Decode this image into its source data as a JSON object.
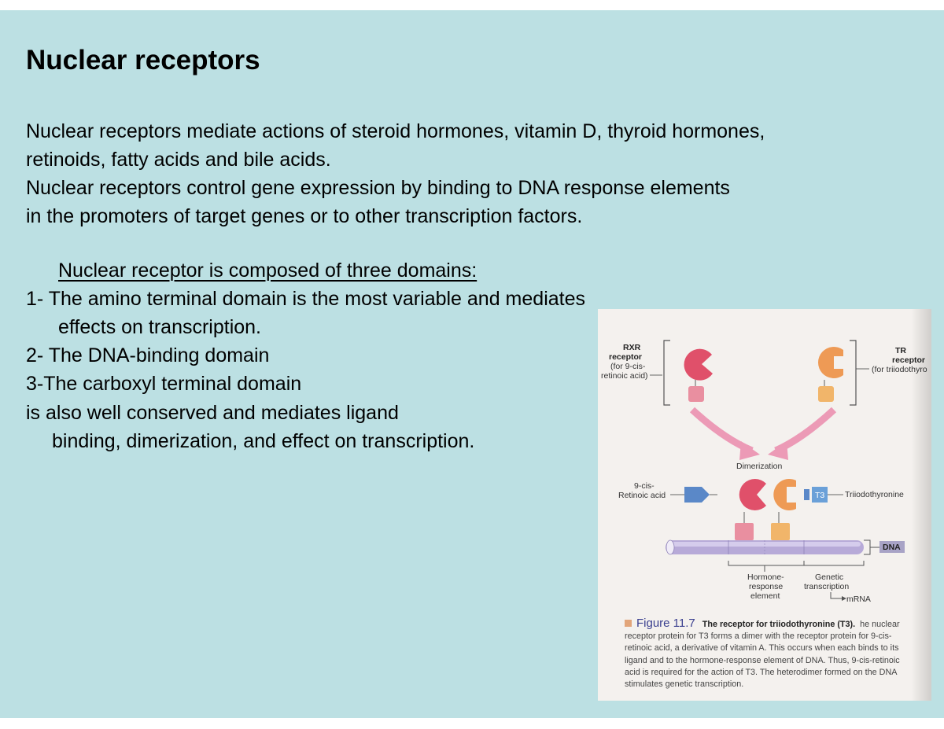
{
  "slide": {
    "title": "Nuclear receptors",
    "paragraph1": [
      "Nuclear receptors mediate actions of steroid hormones, vitamin D, thyroid hormones,",
      "retinoids, fatty acids and bile acids.",
      "Nuclear receptors control gene expression by binding to DNA response elements",
      "in the promoters of target genes or to other transcription factors."
    ],
    "domains_heading": "Nuclear receptor is composed of three domains:",
    "domains": [
      "1- The amino terminal domain is the most variable and mediates",
      "effects on transcription.",
      "2- The DNA-binding domain",
      "3-The carboxyl terminal domain",
      " is also well conserved and mediates ligand",
      "binding, dimerization, and effect on transcription."
    ]
  },
  "figure": {
    "rxr_label": [
      "RXR",
      "receptor",
      "(for 9-cis-",
      "retinoic acid)"
    ],
    "tr_label": [
      "TR",
      "receptor",
      "(for triiodothyro"
    ],
    "dimerization": "Dimerization",
    "retinoic_label": [
      "9-cis-",
      "Retinoic acid"
    ],
    "t3_badge": "T3",
    "triiodo_label": "Triiodothyronine",
    "dna_label": "DNA",
    "hre_label": [
      "Hormone-",
      "response",
      "element"
    ],
    "genetic_label": [
      "Genetic",
      "transcription"
    ],
    "mrna_label": "mRNA",
    "caption_figure": "Figure 11.7",
    "caption_title": "The receptor for triiodothyronine (T3).",
    "caption_lines": [
      "he nuclear",
      "receptor protein for T3 forms a dimer with the receptor protein for 9-cis-",
      "retinoic acid, a derivative of vitamin A. This occurs when each binds to its",
      "ligand and to the hormone-response element of DNA. Thus, 9-cis-retinoic",
      "acid is required for the action of T3. The heterodimer formed on the DNA",
      "stimulates genetic transcription."
    ],
    "colors": {
      "rxr": "#e0506a",
      "tr": "#ee9a55",
      "retinoic": "#5a88c8",
      "dna": "#b7aad8",
      "arrow": "#ec9ab6"
    }
  }
}
